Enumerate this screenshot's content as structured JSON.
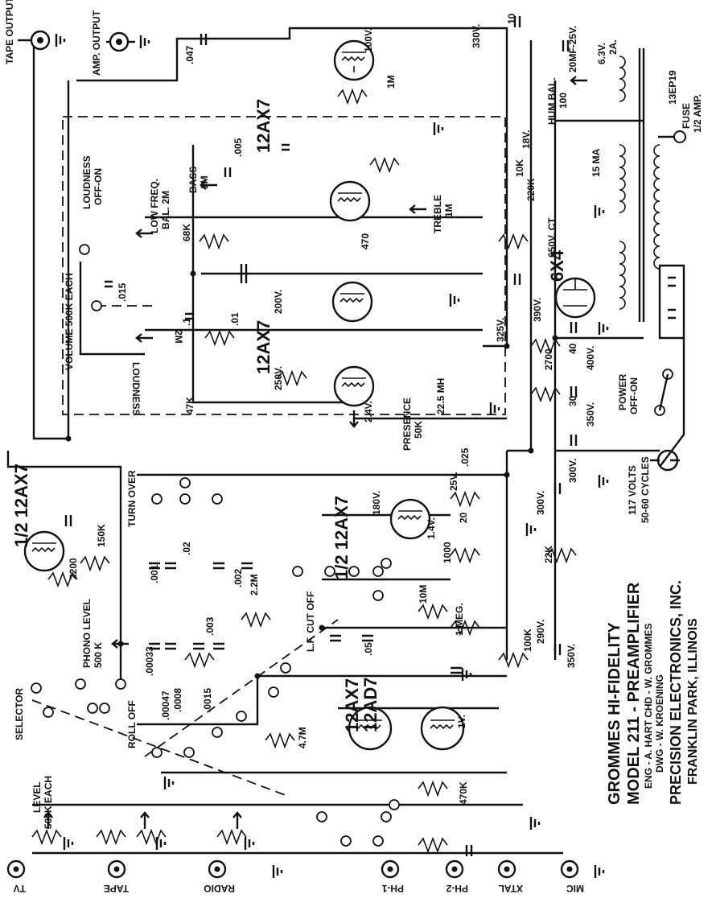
{
  "title": {
    "line1": "GROMMES HI-FIDELITY",
    "line2": "MODEL 211 - PREAMPLIFIER",
    "line3": "ENG - A. HART  CHD - W. GROMMES",
    "line4": "DWG - W. KROENING",
    "line5": "PRECISION ELECTRONICS, INC.",
    "line6": "FRANKLIN PARK, ILLINOIS"
  },
  "jacks": {
    "tape_output": "TAPE OUTPUT",
    "amp_output": "AMP. OUTPUT",
    "tv": "TV",
    "tape": "TAPE",
    "radio": "RADIO",
    "ph1": "PH-1",
    "ph2": "PH-2",
    "xtal": "XTAL",
    "mic": "MIC"
  },
  "tubes": {
    "t1": "12AX7",
    "t2": "12AX7",
    "t3": "1/2 12AX7",
    "t4": "1/2 12AX7",
    "t5a": "12AX7",
    "t5b": "12AD7",
    "rect": "6X4"
  },
  "controls": {
    "level": "LEVEL",
    "level_each": "500K EACH",
    "selector": "SELECTOR",
    "roll_off": "ROLL OFF",
    "turn_over": "TURN OVER",
    "phono_level": "PHONO LEVEL",
    "phono_level_val": "500 K",
    "lf_cutoff": "L.F. CUT OFF",
    "presence": "PRESENCE",
    "presence_val": "50K",
    "volume": "VOLUME   500K  EACH",
    "loudness": "LOUDNESS",
    "loudness_val": "2M",
    "loudness_switch": "LOUDNESS",
    "loudness_switch_state": "OFF-ON",
    "low_freq": "LOW FREQ.",
    "low_freq_val": "BAL. 2M",
    "bass": "BASS",
    "bass_val": "1M",
    "treble": "TREBLE",
    "treble_val": "1M",
    "hum_bal": "HUM BAL.",
    "hum_bal_val": "100",
    "fuse": "FUSE",
    "fuse_val": "1/2 AMP.",
    "power": "POWER",
    "power_state": "OFF-ON"
  },
  "supply": {
    "mains": "117 VOLTS",
    "cycles": "50-60 CYCLES",
    "transformer": "13EP19",
    "ma": "15 MA",
    "ct": "650V. CT",
    "heater": "6.3V.",
    "heater_amp": "2A.",
    "h_minus": "20MF-25V.",
    "v390": "390V.",
    "v400": "400V.",
    "v350a": "350V.",
    "v300": "300V.",
    "v325": "325V.",
    "v290": "290V.",
    "v300b": "300V."
  },
  "values": {
    "c_047": ".047",
    "c_1": ".1",
    "c_01": ".01",
    "c_015": ".015",
    "c_005": ".005",
    "c_05": ".05",
    "c_00033": ".00033",
    "c_0008": ".0008",
    "c_0015": ".0015",
    "c_002": ".002",
    "c_001": ".001",
    "c_003": ".003",
    "c_00047": ".00047",
    "c_025": ".025",
    "c_02": ".02",
    "r_1m": "1M",
    "r_10m": "10M",
    "r_1meg": "1 MEG.",
    "r_2_2m": "2.2M",
    "r_4_7m": "4.7M",
    "r_47k": "47K",
    "r_470k": "470K",
    "r_100k": "100K",
    "r_150k": "150K",
    "r_220k": "220K",
    "r_22k": "22K",
    "r_68k": "68K",
    "r_10k": "10K",
    "r_2200": "2200",
    "r_2700": "2700",
    "r_1000": "1000",
    "r_470": "470",
    "mh": "22.5 MH",
    "v100": "100V.",
    "v200": "200V.",
    "v250": "250V.",
    "v330": "330V.",
    "v180": "180V.",
    "v1_4": "1.4V.",
    "v2_4": "2.4V.",
    "v25": "25V.",
    "v18": "18V.",
    "v1": "1V.",
    "mf10": "10",
    "mf20": "20",
    "mf40": "40",
    "mf30": "30",
    "mf350": "350V."
  }
}
